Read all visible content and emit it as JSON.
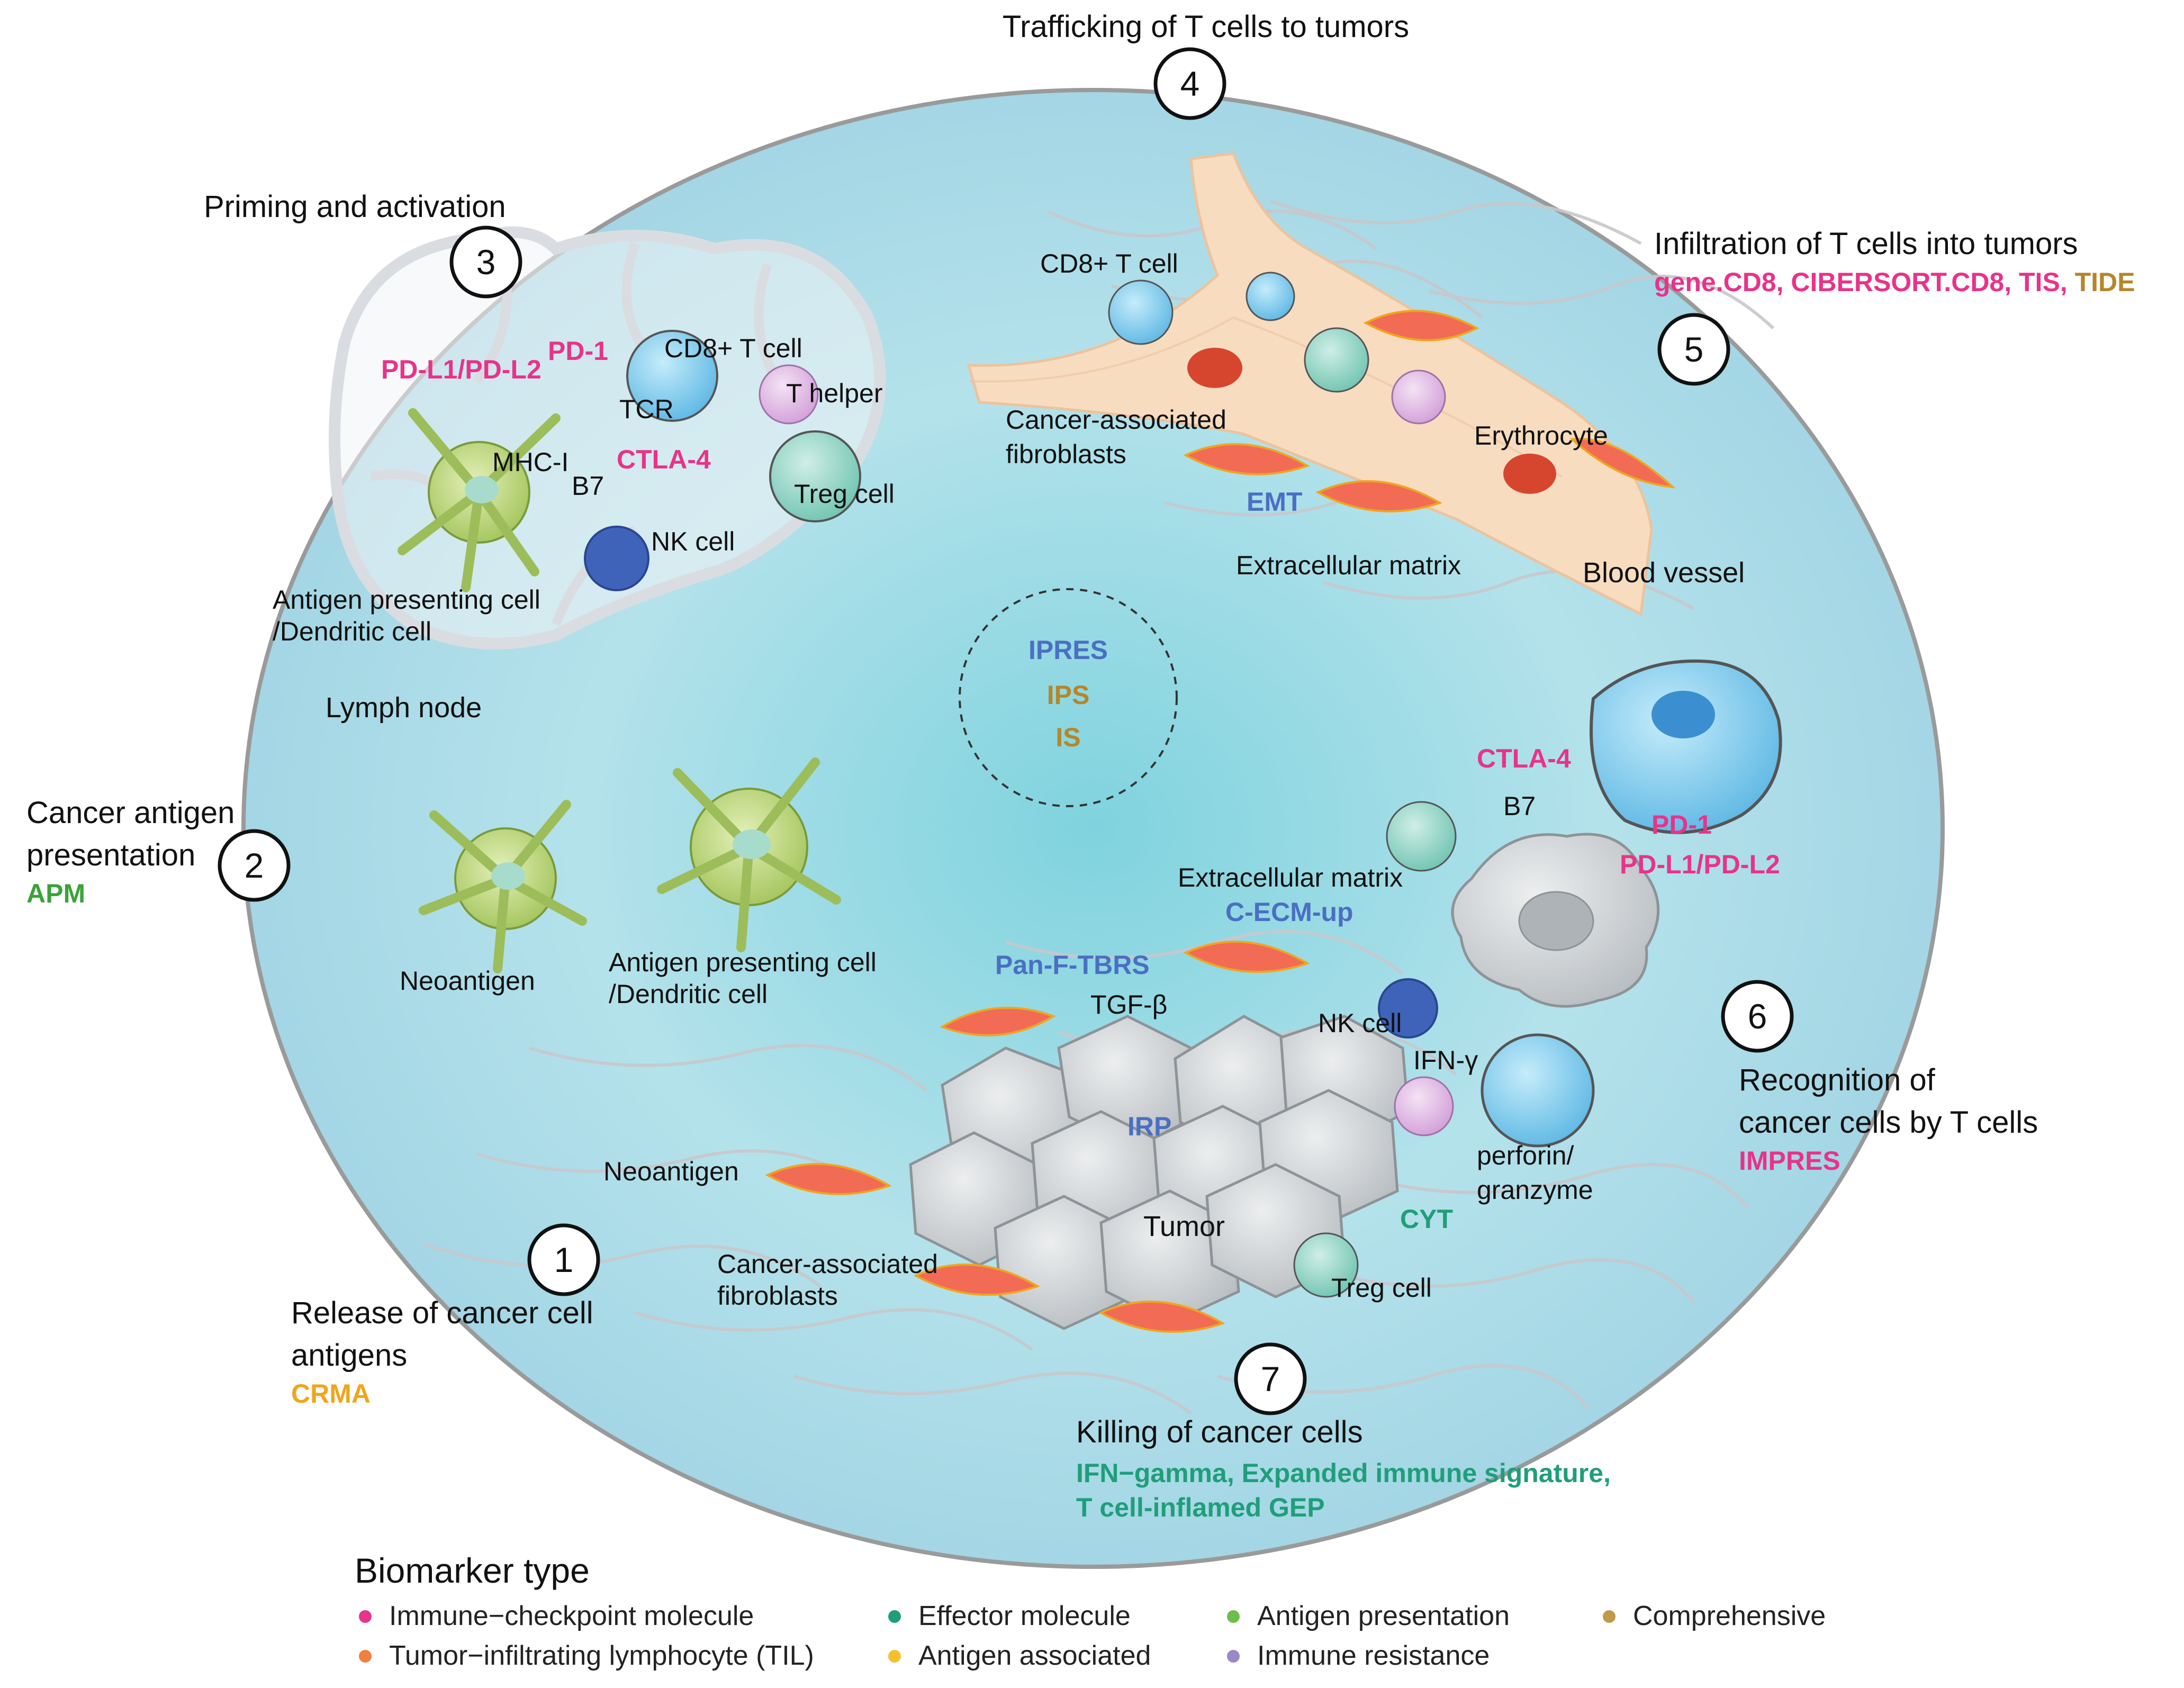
{
  "steps": [
    {
      "num": "1",
      "title_lines": [
        "Release of cancer cell",
        "antigens"
      ],
      "biomarkers": [
        {
          "text": "CRMA",
          "color": "#f0a51c"
        }
      ]
    },
    {
      "num": "2",
      "title_lines": [
        "Cancer antigen",
        "presentation"
      ],
      "biomarkers": [
        {
          "text": "APM",
          "color": "#3aa33a"
        }
      ]
    },
    {
      "num": "3",
      "title_lines": [
        "Priming and activation"
      ],
      "biomarkers": []
    },
    {
      "num": "4",
      "title_lines": [
        "Trafficking of T cells to tumors"
      ],
      "biomarkers": []
    },
    {
      "num": "5",
      "title_lines": [
        "Infiltration of T cells into tumors"
      ],
      "biomarkers": [
        {
          "text": "gene.CD8, CIBERSORT.CD8, TIS, ",
          "color": "#e8338a"
        },
        {
          "text": "TIDE",
          "color": "#b5862a"
        }
      ]
    },
    {
      "num": "6",
      "title_lines": [
        "Recognition of",
        "cancer cells by T cells"
      ],
      "biomarkers": [
        {
          "text": "IMPRES",
          "color": "#e8338a"
        }
      ]
    },
    {
      "num": "7",
      "title_lines": [
        "Killing of cancer cells"
      ],
      "biomarkers": [
        {
          "text": "IFN−gamma, Expanded immune signature,",
          "color": "#1f9e7a"
        },
        {
          "text": "T cell-inflamed GEP",
          "color": "#1f9e7a"
        }
      ]
    }
  ],
  "labels": {
    "lymph_node": "Lymph node",
    "apc_1": "Antigen presenting cell",
    "apc_2": "/Dendritic cell",
    "mhc": "MHC-I",
    "b7": "B7",
    "tcr": "TCR",
    "cd8_tcell": "CD8+ T cell",
    "t_helper": "T helper",
    "treg": "Treg cell",
    "nk": "NK cell",
    "pd1": "PD-1",
    "pdl": "PD-L1/PD-L2",
    "ctla4": "CTLA-4",
    "caf_1": "Cancer-associated",
    "caf_2": "fibroblasts",
    "caf_lower_1": "Cancer-associated",
    "caf_lower_2": "fibroblasts",
    "emt": "EMT",
    "ecm_upper": "Extracellular matrix",
    "erythrocyte": "Erythrocyte",
    "blood_vessel": "Blood vessel",
    "cd8_vessel": "CD8+ T cell",
    "ipres": "IPRES",
    "ips": "IPS",
    "is": "IS",
    "neoantigen_1": "Neoantigen",
    "neoantigen_2": "Neoantigen",
    "apc_lower_1": "Antigen presenting cell",
    "apc_lower_2": "/Dendritic cell",
    "ecm_lower": "Extracellular matrix",
    "cecm": "C-ECM-up",
    "panf": "Pan-F-TBRS",
    "tgfb": "TGF-β",
    "irp": "IRP",
    "tumor": "Tumor",
    "nk_lower": "NK cell",
    "ifng": "IFN-γ",
    "perforin_1": "perforin/",
    "perforin_2": "granzyme",
    "cyt": "CYT",
    "treg_lower": "Treg cell",
    "ctla4_r": "CTLA-4",
    "b7_r": "B7",
    "pd1_r": "PD-1",
    "pdl_r": "PD-L1/PD-L2"
  },
  "legend": {
    "title": "Biomarker type",
    "items": [
      {
        "label": "Immune−checkpoint molecule",
        "color": "#e8338a"
      },
      {
        "label": "Effector molecule",
        "color": "#1f9e7a"
      },
      {
        "label": "Antigen presentation",
        "color": "#6cbf4a"
      },
      {
        "label": "Comprehensive",
        "color": "#c09a4a"
      },
      {
        "label": "Tumor−infiltrating lymphocyte (TIL)",
        "color": "#f08040"
      },
      {
        "label": "Antigen associated",
        "color": "#f5c030"
      },
      {
        "label": "Immune resistance",
        "color": "#9a88c8"
      }
    ]
  },
  "colors": {
    "tme_center": "#a7dfe8",
    "tme_edge": "#8dcfe0",
    "vessel": "#f6d9b8",
    "apc_green": "#c5dc8a",
    "tcell_blue": "#7cc6ea",
    "tumor_gray": "#cfd3d6",
    "fibroblast": "#f26b55"
  }
}
